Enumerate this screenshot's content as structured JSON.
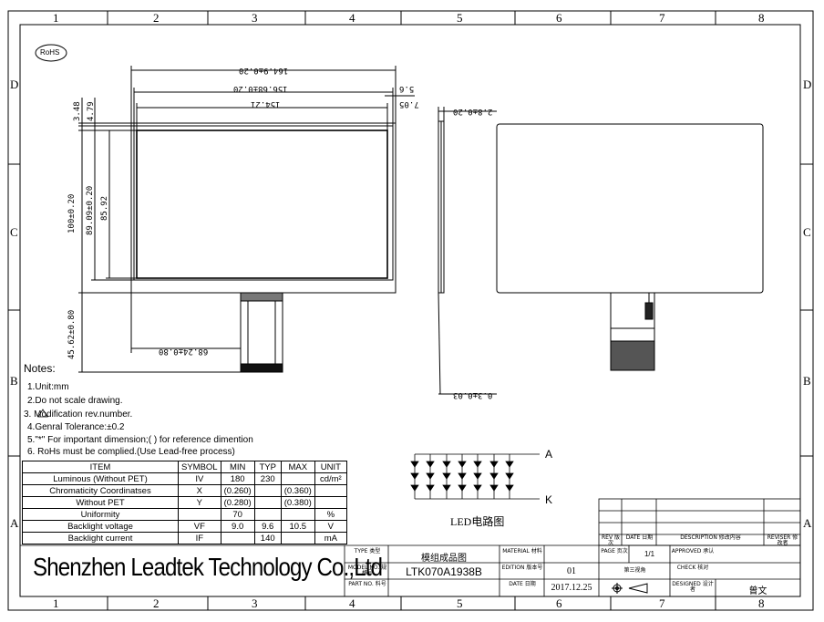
{
  "zones": {
    "columns": [
      "1",
      "2",
      "3",
      "4",
      "5",
      "6",
      "7",
      "8"
    ],
    "rows": [
      "D",
      "C",
      "B",
      "A"
    ]
  },
  "rohs_badge": "RoHS",
  "front_dims": {
    "w_outer": "164.9±0.20",
    "w_mid": "156.68±0.20",
    "w_inner": "154.21",
    "right_off1": "5.6",
    "right_off2": "7.05",
    "top_off1": "3.48",
    "top_off2": "4.79",
    "h_outer": "100±0.20",
    "h_mid": "89.09±0.20",
    "h_inner": "85.92",
    "fpc_len": "45.62±0.80",
    "fpc_off": "68.24±0.80"
  },
  "side_dims": {
    "thickness": "2.8±0.20",
    "fpc_thk": "0.3±0.03"
  },
  "notes": {
    "heading": "Notes:",
    "items": [
      "1.Unit:mm",
      "2.Do not scale drawing.",
      "3. Modification rev.number.",
      "4.Genral Tolerance:±0.2",
      "5.\"*\" For important dimension;( ) for reference dimention",
      "6. RoHs must be complied.(Use Lead-free process)"
    ]
  },
  "spec_table": {
    "headers": [
      "ITEM",
      "SYMBOL",
      "MIN",
      "TYP",
      "MAX",
      "UNIT"
    ],
    "rows": [
      [
        "Luminous (Without PET)",
        "IV",
        "180",
        "230",
        "",
        "cd/m²"
      ],
      [
        "Chromaticity Coordinatses",
        "X",
        "(0.260)",
        "",
        "(0.360)",
        ""
      ],
      [
        "Without PET",
        "Y",
        "(0.280)",
        "",
        "(0.380)",
        ""
      ],
      [
        "Uniformity",
        "",
        "70",
        "",
        "",
        "%"
      ],
      [
        "Backlight voltage",
        "VF",
        "9.0",
        "9.6",
        "10.5",
        "V"
      ],
      [
        "Backlight current",
        "IF",
        "",
        "140",
        "",
        "mA"
      ]
    ]
  },
  "led": {
    "anode": "A",
    "cathode": "K",
    "caption": "LED电路图"
  },
  "title_block": {
    "company": "Shenzhen Leadtek Technology Co.,Ltd",
    "type_label": "TYPE 类型",
    "type_value": "模组成品图",
    "model_label": "MODEL NO. 规格号",
    "model_value": "LTK070A1938B",
    "part_label": "PART NO. 料号",
    "material_label": "MATERIAL 材料",
    "edition_label": "EDITION 版本号",
    "edition_value": "01",
    "date_label": "DATE 日期",
    "date_value": "2017.12.25",
    "page_label": "PAGE 页次",
    "page_value": "1/1",
    "projection_label": "第三视角",
    "approved_label": "APPROVED 承认",
    "check_label": "CHECK 核对",
    "designed_label": "DESIGNED 设计者",
    "designer_value": "曾文",
    "rev_label": "REV 版次",
    "rev_date_label": "DATE 日期",
    "description_label": "DESCRIPTION 修改内容",
    "reviser_label": "REVISER 修改者"
  }
}
